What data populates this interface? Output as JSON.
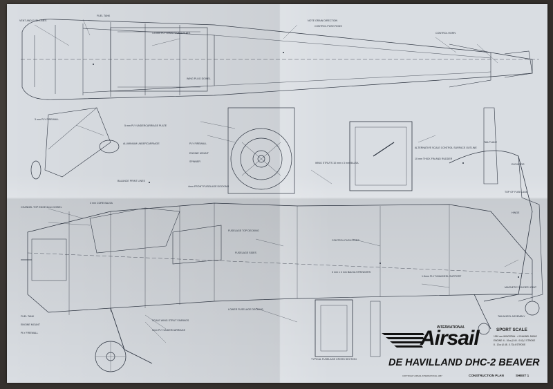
{
  "colors": {
    "paper": "#d9dde2",
    "ink": "#2d3440",
    "background": "#332f2c"
  },
  "title_block": {
    "international": "INTERNATIONAL",
    "brand": "Airsail",
    "model": "DE HAVILLAND DHC-2 BEAVER",
    "scale": "SPORT SCALE",
    "construction_plan": "CONSTRUCTION PLAN",
    "sheet": "SHEET 1",
    "copyright": "COPYRIGHT AIRSAIL INTERNATIONAL 1987",
    "specs": [
      "1260 mm WINGSPAN - 4 CHANNEL RADIO",
      "ENGINE: 6 - 10cc (0.40 - 0.61) 2 STROKE",
      "8 - 12cc (0.48 - 0.70) 4 STROKE"
    ]
  },
  "labels": [
    "VENT AND FUEL LINES",
    "FUEL TANK",
    "1.5 mm PLY WING FIXING PLATE",
    "WING PLUG DOWEL",
    "NOTE GRAIN DIRECTION",
    "CONTROL PUSH RODS",
    "CONTROL HORN",
    "3 mm PLY FIREWALL",
    "5 mm PLY UNDERCARRIAGE PLATE",
    "ALUMINIUM UNDERCARRIAGE",
    "PLY FIREWALL",
    "ENGINE MOUNT",
    "SPINNER",
    "4mm FRONT FUSELAGE DOCKING",
    "BALANCE PRINT LINES",
    "TAILPLANE",
    "WING STRUTS 10 mm x 3 mm BALSA",
    "ALTERNATIVE SCALE CONTROL SURFACE OUTLINE",
    "10 mm THICK FIN AND RUDDER",
    "ELEVATOR",
    "3 mm CORE BALSA",
    "CHANNEL TOP EDGE 6mm DOWEL",
    "FUSELAGE TOP DECKING",
    "FUSELAGE SIDES",
    "CONTROL PUSH RODS",
    "3 mm x 3 mm BALSA STRINGERS",
    "LOWER FUSELAGE DECKING",
    "TYPICAL FUSELAGE CROSS SECTION",
    "TAILWHEEL ASSEMBLY",
    "1.5mm PLY TAILWHEEL SUPPORT",
    "SCALE WING STRUT FAIRINGS",
    "5mm PLY UNDERCARRIAGE",
    "TOP OF FUSELAGE",
    "MAGNETIC SOLDER JOINT",
    "HINGE",
    "FUEL TANK",
    "ENGINE MOUNT",
    "PLY FIREWALL"
  ]
}
